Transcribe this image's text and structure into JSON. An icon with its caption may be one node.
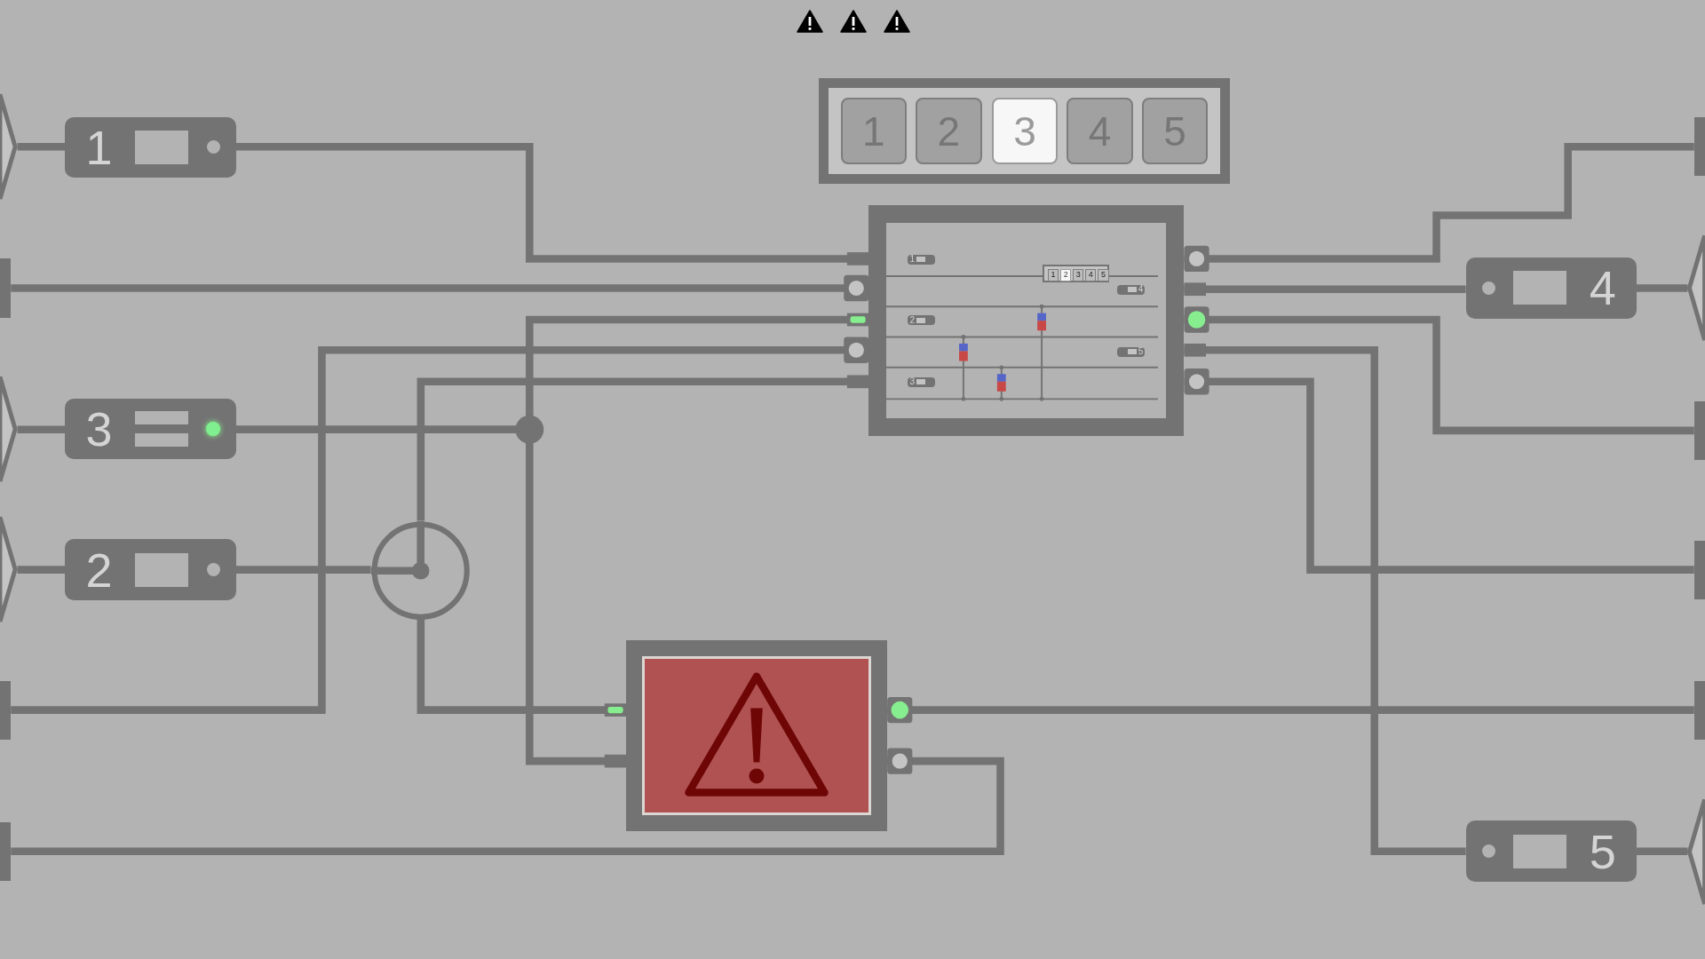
{
  "diagram": {
    "nodes": [
      {
        "text": [],
        "shape": "box"
      },
      {
        "text": [
          "1"
        ],
        "in": 0
      },
      {
        "text": [
          "2"
        ],
        "in": 0
      },
      {
        "text": [
          "3"
        ],
        "in": 0
      },
      {
        "text": [
          "4"
        ],
        "in": 0
      },
      {
        "text": [
          "5"
        ],
        "in": 0
      },
      {
        "text": [],
        "shape": "box"
      },
      {
        "text": [
          "1"
        ],
        "in": 6
      },
      {
        "text": [
          "2"
        ],
        "in": 6
      },
      {
        "text": [
          "3"
        ],
        "in": 6
      },
      {
        "text": [
          "4"
        ],
        "in": 6
      },
      {
        "text": [
          "5"
        ],
        "in": 6
      },
      {
        "text": [],
        "shape": "box",
        "in": 6
      },
      {
        "text": [
          "1"
        ],
        "in": 12
      },
      {
        "text": [
          "2"
        ],
        "in": 12
      },
      {
        "text": [
          "3"
        ],
        "in": 12
      },
      {
        "text": [
          "4"
        ],
        "in": 12
      },
      {
        "text": [
          "5"
        ],
        "in": 12
      },
      {
        "text": [
          "1"
        ]
      },
      {
        "text": [
          "3"
        ]
      },
      {
        "text": [
          "2"
        ]
      },
      {
        "text": [
          "4"
        ]
      },
      {
        "text": [
          "5"
        ]
      },
      {
        "text": [],
        "shape": "circle"
      },
      {
        "text": [],
        "shape": "box"
      },
      {
        "text": [],
        "shape": "triangle"
      },
      {
        "text": [],
        "shape": "bar"
      },
      {
        "text": [],
        "shape": "triangle"
      },
      {
        "text": [],
        "shape": "triangle"
      },
      {
        "text": [],
        "shape": "bar"
      },
      {
        "text": [],
        "shape": "bar"
      },
      {
        "text": [],
        "shape": "bar"
      },
      {
        "text": [],
        "shape": "triangle"
      },
      {
        "text": [],
        "shape": "bar"
      },
      {
        "text": [],
        "shape": "bar"
      },
      {
        "text": [],
        "shape": "bar"
      },
      {
        "text": [],
        "shape": "triangle"
      }
    ],
    "edges": [
      {
        "from": 25,
        "to": 18,
        "arrow": "none"
      },
      {
        "from": 18,
        "to": 6,
        "arrow": "other"
      },
      {
        "from": 26,
        "to": 6,
        "arrow": "other"
      },
      {
        "from": 19,
        "to": 6,
        "arrow": "other"
      },
      {
        "from": 19,
        "to": 24,
        "arrow": "other"
      },
      {
        "from": 27,
        "to": 19,
        "arrow": "none"
      },
      {
        "from": 29,
        "to": 6,
        "arrow": "other"
      },
      {
        "from": 6,
        "to": 23,
        "arrow": "other"
      },
      {
        "from": 20,
        "to": 23,
        "arrow": "none"
      },
      {
        "from": 23,
        "to": 24,
        "arrow": "other"
      },
      {
        "from": 24,
        "to": 30,
        "arrow": "other"
      },
      {
        "from": 24,
        "to": 35,
        "arrow": "other"
      },
      {
        "from": 6,
        "to": 31,
        "arrow": "other"
      },
      {
        "from": 6,
        "to": 21,
        "arrow": "other"
      },
      {
        "from": 21,
        "to": 32,
        "arrow": "none"
      },
      {
        "from": 6,
        "to": 33,
        "arrow": "other"
      },
      {
        "from": 6,
        "to": 22,
        "arrow": "other"
      },
      {
        "from": 22,
        "to": 36,
        "arrow": "none"
      },
      {
        "from": 6,
        "to": 34,
        "arrow": "other"
      },
      {
        "from": 28,
        "to": 20,
        "arrow": "none"
      }
    ]
  }
}
